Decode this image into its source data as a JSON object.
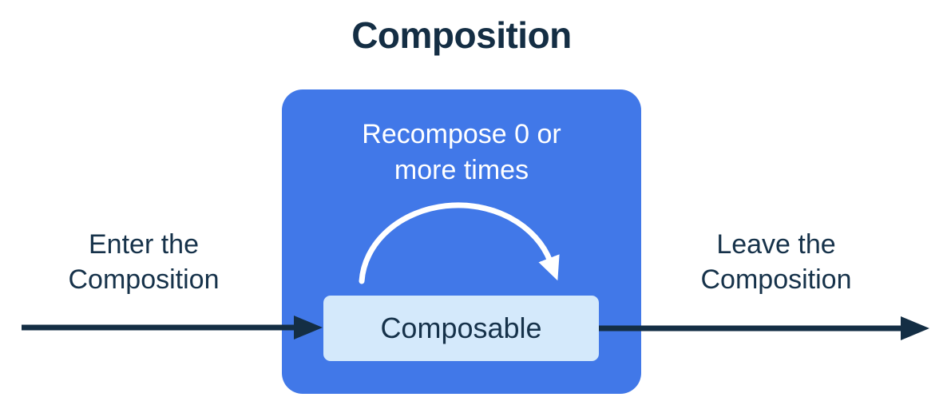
{
  "title": "Composition",
  "diagram": {
    "recompose_label": {
      "lines": [
        "Recompose 0 or",
        "more times"
      ]
    },
    "composable_label": "Composable",
    "enter_label": {
      "lines": [
        "Enter the",
        "Composition"
      ]
    },
    "leave_label": {
      "lines": [
        "Leave the",
        "Composition"
      ]
    }
  },
  "colors": {
    "composition_box_fill": "#4178e8",
    "composable_box_fill": "#d4e9fb",
    "dark_navy_text_and_arrows": "#142e44",
    "recompose_text": "#ffffff",
    "background": "#ffffff"
  }
}
